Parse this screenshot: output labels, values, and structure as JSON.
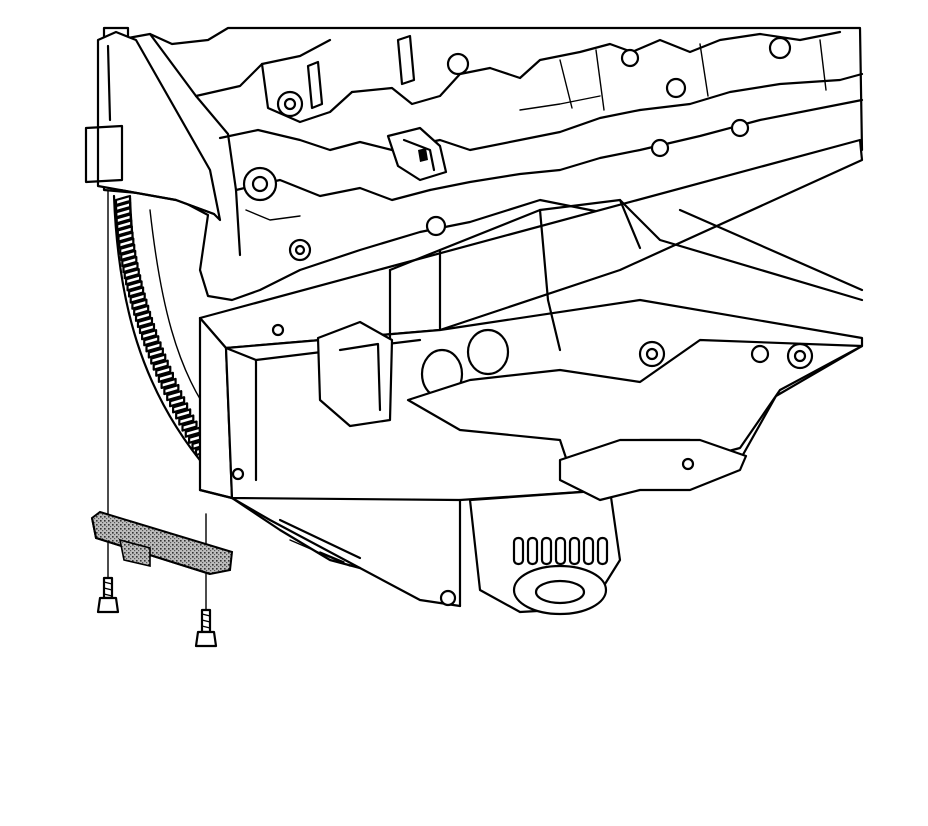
{
  "figure": {
    "kind": "line-art exploded view",
    "background": "#ffffff",
    "stroke": "#000000",
    "highlight_part_fill": "#9a9a9a",
    "components": [
      "engine-block",
      "flywheel-ring-gear",
      "oil-pan",
      "transmission-bracket",
      "flywheel-inspection-cover",
      "cover-bolt-left",
      "cover-bolt-right",
      "alignment-lines"
    ]
  }
}
